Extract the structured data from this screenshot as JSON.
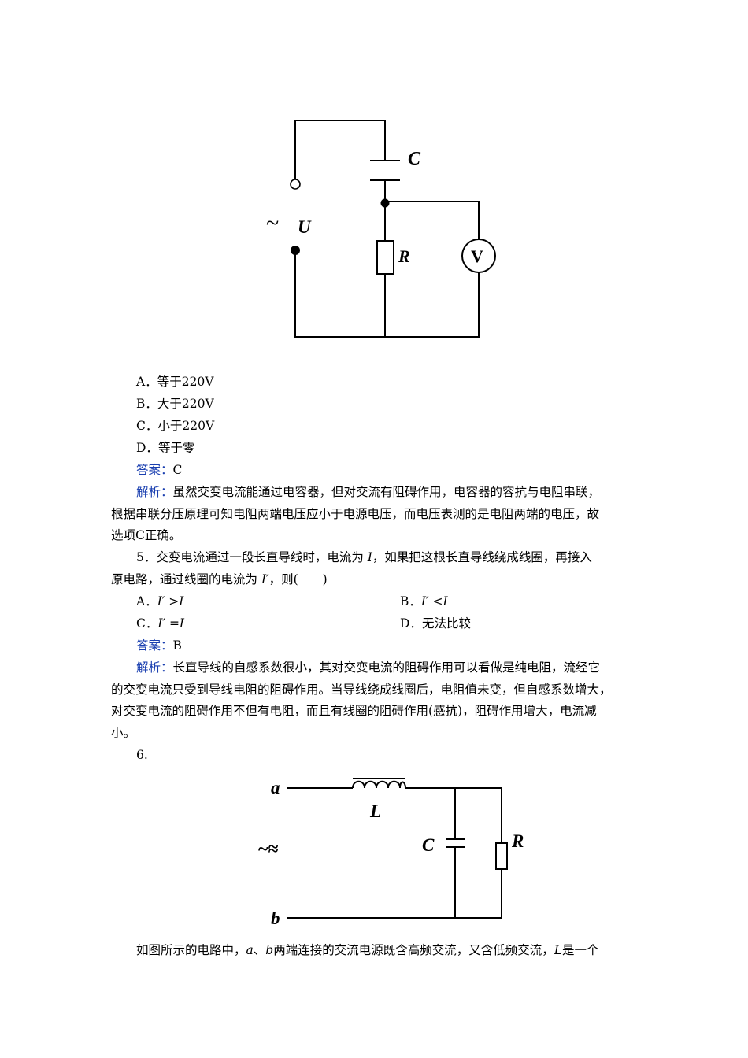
{
  "fig1": {
    "label_C": "C",
    "label_U": "U",
    "label_R": "R",
    "label_V": "V",
    "ac_symbol": "~"
  },
  "q4": {
    "options": [
      {
        "letter": "A．",
        "text": "等于220V"
      },
      {
        "letter": "B．",
        "text": "大于220V"
      },
      {
        "letter": "C．",
        "text": "小于220V"
      },
      {
        "letter": "D．",
        "text": "等于零"
      }
    ],
    "answer_label": "答案：",
    "answer": "C",
    "analysis_label": "解析：",
    "analysis_lines": [
      "虽然交变电流能通过电容器，但对交流有阻碍作用，电容器的容抗与电阻串联，",
      "根据串联分压原理可知电阻两端电压应小于电源电压，而电压表测的是电阻两端的电压，故",
      "选项C正确。"
    ]
  },
  "q5": {
    "line1_a": "5．交变电流通过一段长直导线时，电流为 ",
    "line1_I": "I",
    "line1_b": "，如果把这根长直导线绕成线圈，再接入",
    "line2_a": "原电路，通过线圈的电流为 ",
    "line2_I": "I′",
    "line2_b": "，则(　　)",
    "options": [
      {
        "letter": "A．",
        "text": "I′ >I"
      },
      {
        "letter": "B．",
        "text": "I′ <I"
      },
      {
        "letter": "C．",
        "text": "I′ =I"
      },
      {
        "letter": "D．",
        "text": "无法比较"
      }
    ],
    "answer_label": "答案：",
    "answer": "B",
    "analysis_label": "解析：",
    "analysis_lines": [
      "长直导线的自感系数很小，其对交变电流的阻碍作用可以看做是纯电阻，流经它",
      "的交变电流只受到导线电阻的阻碍作用。当导线绕成线圈后，电阻值未变，但自感系数增大，",
      "对交变电流的阻碍作用不但有电阻，而且有线圈的阻碍作用(感抗)，阻碍作用增大，电流减",
      "小。"
    ]
  },
  "q6": {
    "number": "6.",
    "fig": {
      "label_a": "a",
      "label_b": "b",
      "label_L": "L",
      "label_C": "C",
      "label_R": "R",
      "ac_symbol": "~≈"
    },
    "text_a": "如图所示的电路中，",
    "text_a_var": "a",
    "text_sep": "、",
    "text_b_var": "b",
    "text_b": "两端连接的交流电源既含高频交流，又含低频交流，",
    "text_L_var": "L",
    "text_c": "是一个"
  }
}
